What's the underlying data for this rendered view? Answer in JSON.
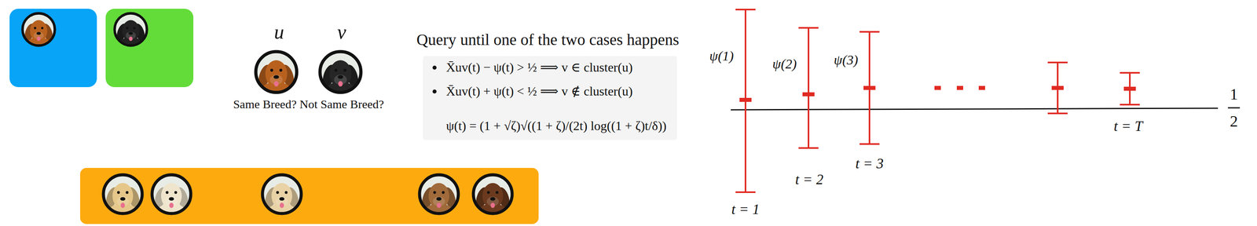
{
  "diagram": {
    "nodes": [
      {
        "text": [
          "X̄uv(t) − ψ(t) > ½ ⟹ v ∈ cluster(u)",
          "X̄uv(t) + ψ(t) < ½ ⟹ v ∉ cluster(u)",
          "ψ(t) = (1 + √ζ)√((1 + ζ)/(2t) log((1 + ζ)t/δ))"
        ]
      }
    ],
    "labels": [
      "u",
      "v",
      "Same Breed? Not Same Breed?",
      "Query until one of the two cases happens",
      "ψ(1)",
      "ψ(2)",
      "ψ(3)",
      "t = 1",
      "t = 2",
      "t = 3",
      "t = T",
      "1",
      "2"
    ]
  }
}
